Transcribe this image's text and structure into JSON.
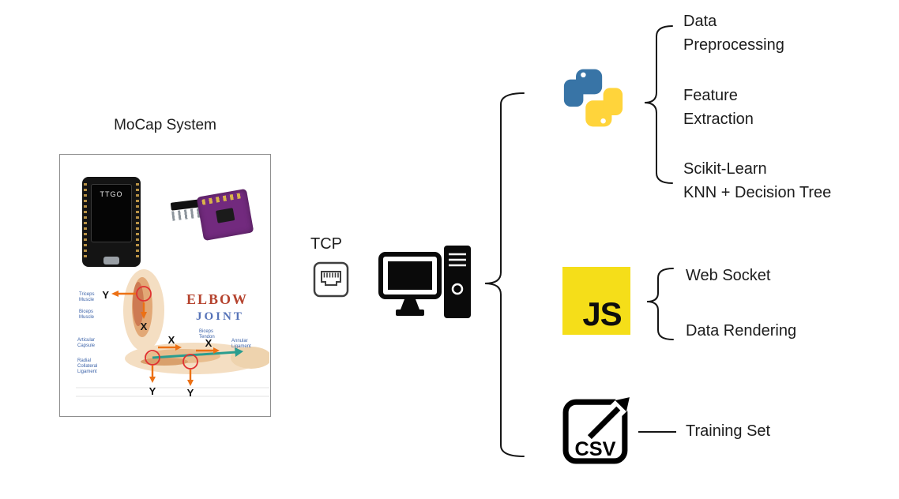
{
  "mocap": {
    "title": "MoCap System",
    "board_label": "TTGO",
    "elbow": {
      "title_top": "ELBOW",
      "title_bottom": "JOINT",
      "axis_top_y": "Y",
      "axis_top_x": "X",
      "axis_mid_x1": "X",
      "axis_mid_x2": "X",
      "axis_bottom_y1": "Y",
      "axis_bottom_y2": "Y",
      "annotations_left": [
        "Triceps\nMuscle",
        "Biceps\nMuscle",
        "Articular\nCapsule",
        "Radial\nCollateral\nLigament"
      ],
      "annotations_right": [
        "Biceps\nTendon",
        "Annular\nLigament"
      ]
    }
  },
  "network": {
    "tcp_label": "TCP"
  },
  "branches": {
    "python": {
      "items": [
        "Data\nPreprocessing",
        "Feature\nExtraction",
        "Scikit-Learn\nKNN + Decision Tree"
      ]
    },
    "js": {
      "logo_text": "JS",
      "items": [
        "Web Socket",
        "Data Rendering"
      ]
    },
    "csv": {
      "logo_text": "CSV",
      "items": [
        "Training Set"
      ]
    }
  },
  "colors": {
    "js_yellow": "#f5de19",
    "python_blue": "#3874A6",
    "python_yellow": "#FFD43B",
    "elbow_red": "#b5432e",
    "joint_blue": "#5673b8",
    "arrow_orange": "#ec7014",
    "arrow_teal": "#2a9d8f",
    "circle_red": "#e03131"
  }
}
